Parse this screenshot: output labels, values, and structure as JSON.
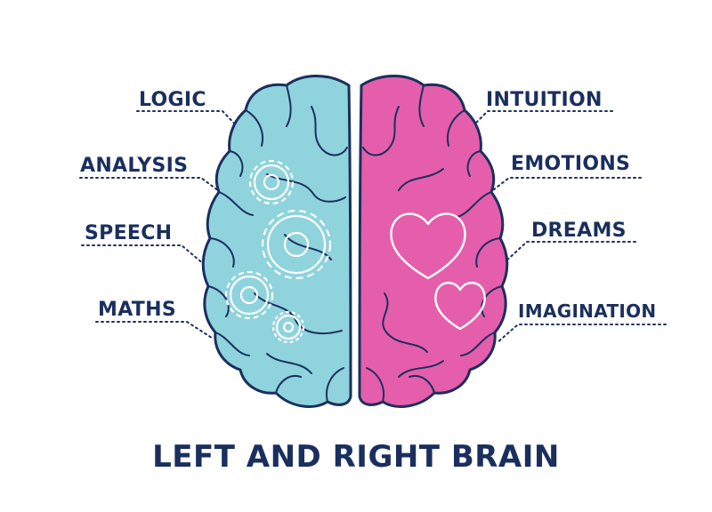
{
  "colors": {
    "ink": "#1a2f5e",
    "left_hemisphere": "#8fd3dd",
    "right_hemisphere": "#e55eab",
    "line_art": "#ffffff"
  },
  "icons": {
    "left": "gear-icon",
    "right": "heart-icon"
  },
  "labels": {
    "left": [
      "LOGIC",
      "ANALYSIS",
      "SPEECH",
      "MATHS"
    ],
    "right": [
      "INTUITION",
      "EMOTIONS",
      "DREAMS",
      "IMAGINATION"
    ]
  },
  "title": "LEFT AND RIGHT BRAIN"
}
